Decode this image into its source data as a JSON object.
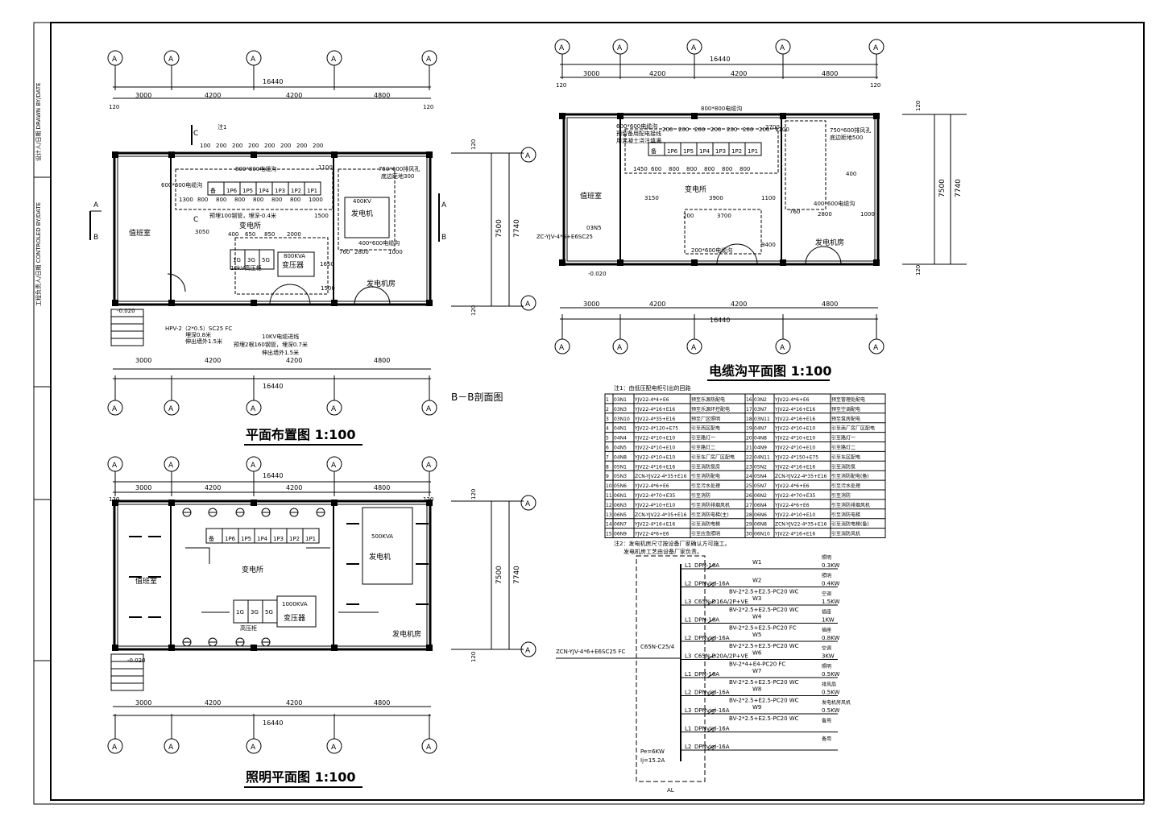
{
  "title_block": {
    "drawn_by": "设计人/日期 DRAWN BY/DATE",
    "checked_by": "工程负责人/日期 CONTROLED BY/DATE"
  },
  "plan": {
    "title": "平面布置图 1:100",
    "section_label": "B－B剖面图",
    "grid_axis": "A",
    "dims_top": [
      "3000",
      "4200",
      "4200",
      "4800"
    ],
    "dim_total": "16440",
    "dim_vertical": [
      "7500",
      "7740"
    ],
    "dim_small": [
      "120",
      "120"
    ],
    "note1": "注1",
    "section_marks": [
      "A",
      "B",
      "C",
      "C",
      "A",
      "B"
    ],
    "rooms": {
      "duty": "值班室",
      "substation": "变电所",
      "generator_room": "发电机房",
      "generator": "发电机",
      "generator_cap": "400KV",
      "transformer": "变压器",
      "transformer_cap": "800KVA",
      "hv_cabinet": "10kV高压柜"
    },
    "trench_labels": [
      "600*600电缆沟",
      "800*800电缆沟",
      "750*600排风孔",
      "底边距地300",
      "400*600电缆沟",
      "预埋100钢管，埋深-0.4米"
    ],
    "cabinets": [
      "备",
      "1P6",
      "1P5",
      "1P4",
      "1P3",
      "1P2",
      "1P1"
    ],
    "hv_cells": [
      "1G",
      "3G",
      "5G"
    ],
    "cabinet_widths": [
      "100",
      "200",
      "200",
      "200",
      "200",
      "200",
      "200",
      "200"
    ],
    "cabinet_dims": [
      "1300",
      "800",
      "800",
      "800",
      "800",
      "800",
      "800",
      "1000"
    ],
    "inner_dims": [
      "3050",
      "400",
      "650",
      "850",
      "2000",
      "760",
      "2800",
      "1000",
      "1100",
      "1500",
      "1650",
      "1500"
    ],
    "level": "-0.020",
    "cable_notes": [
      "HPV-2（2*0.5）SC25 FC",
      "埋深0.8米",
      "伸出墙外1.5米",
      "10KV电缆进线",
      "预埋2根160钢管，埋深0.7米",
      "伸出墙外1.5米"
    ],
    "dims_bottom": [
      "3000",
      "4200",
      "4200",
      "4800"
    ]
  },
  "trench_plan": {
    "title": "电缆沟平面图 1:100",
    "dims_top": [
      "3000",
      "4200",
      "4200",
      "4800"
    ],
    "dim_total": "16440",
    "dim_vertical": [
      "7500",
      "7740"
    ],
    "dim_small": [
      "120",
      "120"
    ],
    "rooms": {
      "duty": "值班室",
      "substation": "变电所",
      "generator_room": "发电机房"
    },
    "trench_labels": [
      "600*600电缆沟",
      "800*800电缆沟",
      "预留备用配电接线",
      "用混凝土浇注填满",
      "750*600排风孔",
      "底边距地500",
      "400*600电缆沟",
      "200*600电缆沟"
    ],
    "cable_in": "ZC-YJV-4*6+E6SC25",
    "level": "-0.020",
    "panel_ref": "03N5",
    "cabinets": [
      "备",
      "1P6",
      "1P5",
      "1P4",
      "1P3",
      "1P2",
      "1P1"
    ],
    "cabinet_widths": [
      "200",
      "200",
      "200",
      "200",
      "200",
      "200",
      "200",
      "1100"
    ],
    "cabinet_dims": [
      "1450",
      "600",
      "800",
      "800",
      "800",
      "800",
      "800"
    ],
    "inner_dims": [
      "3150",
      "3900",
      "1100",
      "200",
      "3700",
      "760",
      "2800",
      "1000",
      "400",
      "9400",
      "2700"
    ]
  },
  "cable_table": {
    "note1": "注1：由低压配电柜引出的回路",
    "note2": "注2：发电机房尺寸按设备厂家确认方可施工。",
    "note3": "发电机房工艺由设备厂家负责。",
    "rows": [
      [
        "1",
        "03N1",
        "YJV22-4*4+E6",
        "预至乐源热配电",
        "16",
        "03N2",
        "YJV22-4*6+E6",
        "预至管理处配电"
      ],
      [
        "2",
        "03N3",
        "YJV22-4*16+E16",
        "预至乐源环控配电",
        "17",
        "03N7",
        "YJV22-4*16+E16",
        "预至空调配电"
      ],
      [
        "3",
        "03N10",
        "YJV22-4*35+E16",
        "预至厂区照明",
        "18",
        "03N11",
        "YJV22-4*16+E16",
        "预至泵房配电"
      ],
      [
        "4",
        "04N1",
        "YJV22-4*120+E75",
        "引至西区配电",
        "19",
        "04N7",
        "YJV22-4*10+E10",
        "引至南厂房厂区配电"
      ],
      [
        "5",
        "04N4",
        "YJV22-4*10+E10",
        "引至路灯一",
        "20",
        "04N8",
        "YJV22-4*10+E10",
        "引至路灯一"
      ],
      [
        "6",
        "04N5",
        "YJV22-4*10+E10",
        "引至路灯二",
        "21",
        "04N9",
        "YJV22-4*10+E10",
        "引至路灯二"
      ],
      [
        "7",
        "04N8",
        "YJV22-4*10+E10",
        "引至东厂房厂区配电",
        "22",
        "04N11",
        "YJV22-4*150+E75",
        "引至东区配电"
      ],
      [
        "8",
        "05N1",
        "YJV22-4*16+E16",
        "引至消防泵房",
        "23",
        "05N2",
        "YJV22-4*16+E16",
        "引至消防泵"
      ],
      [
        "9",
        "05N3",
        "ZCN-YJV22-4*35+E16",
        "引至消防配电",
        "24",
        "05N4",
        "ZCN-YJV22-4*35+E16",
        "引至消防配电(备)"
      ],
      [
        "10",
        "05N6",
        "YJV22-4*6+E6",
        "引至污水处理",
        "25",
        "05N7",
        "YJV22-4*6+E6",
        "引至污水处理"
      ],
      [
        "11",
        "06N1",
        "YJV22-4*70+E35",
        "引至消防",
        "26",
        "06N2",
        "YJV22-4*70+E35",
        "引至消防"
      ],
      [
        "12",
        "06N3",
        "YJV22-4*10+E10",
        "引至消防排烟风机",
        "27",
        "06N4",
        "YJV22-4*6+E6",
        "引至消防排烟风机"
      ],
      [
        "13",
        "06N5",
        "ZCN-YJV22-4*35+E16",
        "引至消防电梯(主)",
        "28",
        "06N6",
        "YJV22-4*10+E10",
        "引至消防电梯"
      ],
      [
        "14",
        "06N7",
        "YJV22-4*16+E16",
        "引至消防电梯",
        "29",
        "06N8",
        "ZCN-YJV22-4*35+E16",
        "引至消防电梯(备)"
      ],
      [
        "15",
        "06N9",
        "YJV22-4*6+E6",
        "引至应急照明",
        "30",
        "06N10",
        "YJV22-4*16+E16",
        "引至消防风机"
      ]
    ]
  },
  "lighting": {
    "title": "照明平面图 1:100",
    "dims_top": [
      "3000",
      "4200",
      "4200",
      "4800"
    ],
    "dim_total": "16440",
    "dim_vertical": [
      "7500",
      "7740"
    ],
    "dim_small": [
      "120",
      "120"
    ],
    "rooms": {
      "duty": "值班室",
      "substation": "变电所",
      "generator_room": "发电机房",
      "generator": "发电机",
      "generator_cap": "500KVA",
      "transformer": "变压器",
      "transformer_cap": "1000KVA",
      "hv_cabinet": "高压柜"
    },
    "cabinets": [
      "备",
      "1P6",
      "1P5",
      "1P4",
      "1P3",
      "1P2",
      "1P1"
    ],
    "hv_cells": [
      "1G",
      "3G",
      "5G"
    ],
    "level": "-0.020",
    "dims_bottom": [
      "3000",
      "4200",
      "4200",
      "4800"
    ]
  },
  "distribution": {
    "incoming": "ZCN-YJV-4*6+E6SC25 FC",
    "main_breaker": "C65N-C25/4",
    "pe": "Pe=6KW",
    "ij": "Ij=15.2A",
    "panel": "AL",
    "circuits": [
      {
        "phase": "L1",
        "breaker": "DPN-16A",
        "wire": "W1",
        "cable": "",
        "load": "0.3KW",
        "use": "照明"
      },
      {
        "phase": "L2",
        "breaker": "DPNvigi-16A",
        "wire": "W2",
        "cable": "BV-2*2.5+E2.5-PC20 WC",
        "load": "0.4KW",
        "use": "照明"
      },
      {
        "phase": "L3",
        "breaker": "C65N-D16A/2P+VE",
        "wire": "W3",
        "cable": "BV-2*2.5+E2.5-PC20 WC",
        "load": "1.5KW",
        "use": "空调"
      },
      {
        "phase": "L1",
        "breaker": "DPN-16A",
        "wire": "W4",
        "cable": "BV-2*2.5+E2.5-PC20 FC",
        "load": "1KW",
        "use": "插座"
      },
      {
        "phase": "L2",
        "breaker": "DPNvigi-16A",
        "wire": "W5",
        "cable": "BV-2*2.5+E2.5-PC20 WC",
        "load": "0.8KW",
        "use": "插座"
      },
      {
        "phase": "L3",
        "breaker": "C65N-D20A/2P+VE",
        "wire": "W6",
        "cable": "BV-2*4+E4-PC20 FC",
        "load": "3KW",
        "use": "空调"
      },
      {
        "phase": "L1",
        "breaker": "DPN-16A",
        "wire": "W7",
        "cable": "BV-2*2.5+E2.5-PC20 WC",
        "load": "0.5KW",
        "use": "照明"
      },
      {
        "phase": "L2",
        "breaker": "DPNvigi-16A",
        "wire": "W8",
        "cable": "BV-2*2.5+E2.5-PC20 WC",
        "load": "0.5KW",
        "use": "排风扇"
      },
      {
        "phase": "L3",
        "breaker": "DPNvigi-16A",
        "wire": "W9",
        "cable": "BV-2*2.5+E2.5-PC20 WC",
        "load": "0.5KW",
        "use": "发电机房风机"
      },
      {
        "phase": "L1",
        "breaker": "DPNvigi-16A",
        "wire": "",
        "cable": "",
        "load": "",
        "use": "备用"
      },
      {
        "phase": "L2",
        "breaker": "DPNvigi-16A",
        "wire": "",
        "cable": "",
        "load": "",
        "use": "备用"
      }
    ]
  }
}
